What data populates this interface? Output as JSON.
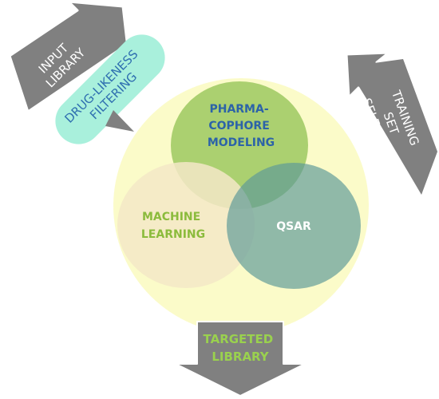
{
  "diagram": {
    "input_library": [
      "INPUT",
      "LIBRARY"
    ],
    "drug_likeness": [
      "DRUG-LIKENESS",
      "FILTERING"
    ],
    "training_set": [
      "TRAINING",
      "SET",
      "SELECTION"
    ],
    "pharmacophore": [
      "PHARMA-",
      "COPHORE",
      "MODELING"
    ],
    "machine_learning": [
      "MACHINE",
      "LEARNING"
    ],
    "qsar": "QSAR",
    "targeted_library": [
      "TARGETED",
      "LIBRARY"
    ]
  },
  "colors": {
    "arrow_gray": "#808080",
    "arrow_stroke": "#ffffff",
    "big_circle": "#fafac0",
    "pharmacophore": "#9cc860",
    "machine_learning": "#f3e7c7",
    "qsar": "#5d9a98",
    "pill": "#a9f0dc",
    "pill_text": "#2f6fb0",
    "pharmacophore_text": "#2c63a8",
    "ml_text": "#8bbb3c",
    "qsar_text": "#ffffff",
    "target_text": "#9ad14e"
  }
}
